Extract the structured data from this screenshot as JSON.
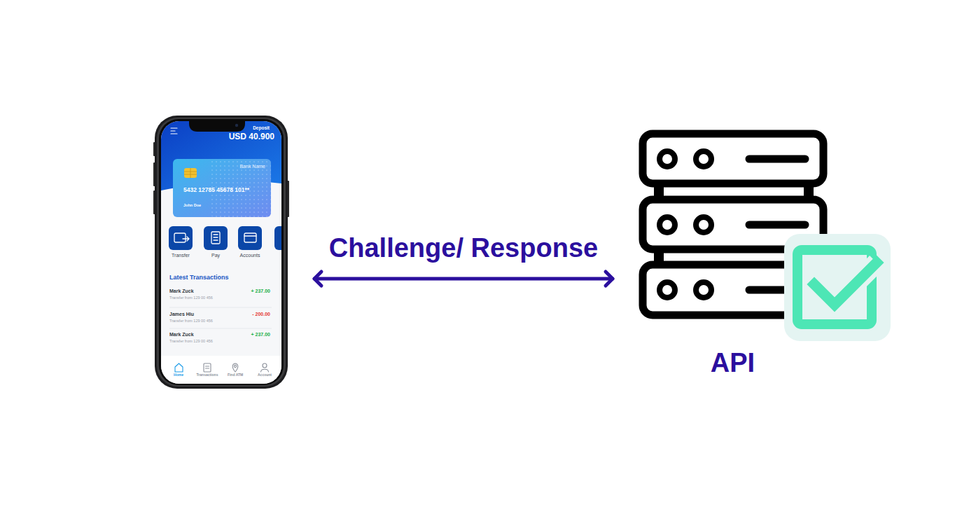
{
  "diagram": {
    "nodes": [
      {
        "text": [
          "Deposit",
          "USD 40.900",
          "Latest Transactions",
          "Mark Zuck",
          "Transfer from 129 00 456",
          "+ 237.00",
          "James Hiu",
          "Transfer from 129 00 456",
          "- 200.00",
          "Mark Zuck",
          "Transfer from 129 00 456",
          "+ 237.00",
          "Home",
          "Transactions",
          "Find ATM",
          "Account"
        ]
      },
      {
        "text": [
          "Bank Name",
          "5432 12785 45678 101**",
          "John Doe"
        ],
        "in": 0
      },
      {
        "text": [
          "Transfer"
        ],
        "in": 0
      },
      {
        "text": [
          "Pay"
        ],
        "in": 0
      },
      {
        "text": [
          "Accounts"
        ],
        "in": 0
      },
      {
        "text": [
          "API"
        ]
      }
    ],
    "edges": [
      {
        "from": 0,
        "to": 5,
        "arrow": "both",
        "label": "Challenge/ Response"
      }
    ]
  }
}
